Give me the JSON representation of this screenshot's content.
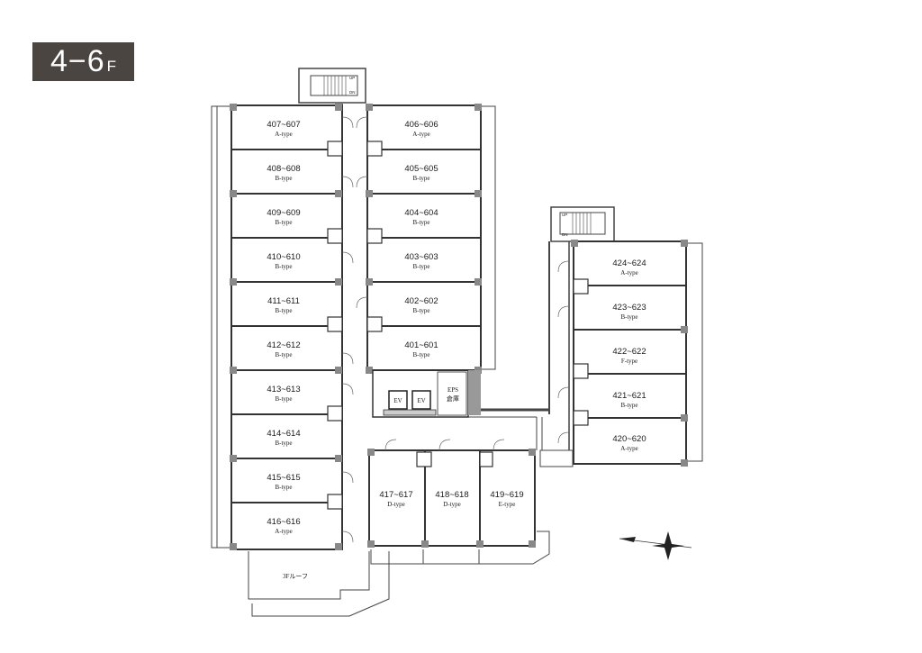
{
  "floor": {
    "main": "4−6",
    "suffix": "F"
  },
  "units": [
    {
      "no": "407~607",
      "type": "A-type"
    },
    {
      "no": "408~608",
      "type": "B-type"
    },
    {
      "no": "409~609",
      "type": "B-type"
    },
    {
      "no": "410~610",
      "type": "B-type"
    },
    {
      "no": "411~611",
      "type": "B-type"
    },
    {
      "no": "412~612",
      "type": "B-type"
    },
    {
      "no": "413~613",
      "type": "B-type"
    },
    {
      "no": "414~614",
      "type": "B-type"
    },
    {
      "no": "415~615",
      "type": "B-type"
    },
    {
      "no": "416~616",
      "type": "A-type"
    },
    {
      "no": "406~606",
      "type": "A-type"
    },
    {
      "no": "405~605",
      "type": "B-type"
    },
    {
      "no": "404~604",
      "type": "B-type"
    },
    {
      "no": "403~603",
      "type": "B-type"
    },
    {
      "no": "402~602",
      "type": "B-type"
    },
    {
      "no": "401~601",
      "type": "B-type"
    },
    {
      "no": "417~617",
      "type": "D-type"
    },
    {
      "no": "418~618",
      "type": "D-type"
    },
    {
      "no": "419~619",
      "type": "E-type"
    },
    {
      "no": "424~624",
      "type": "A-type"
    },
    {
      "no": "423~623",
      "type": "B-type"
    },
    {
      "no": "422~622",
      "type": "F-type"
    },
    {
      "no": "421~621",
      "type": "B-type"
    },
    {
      "no": "420~620",
      "type": "A-type"
    }
  ],
  "elevator": {
    "ev1": "EV",
    "ev2": "EV"
  },
  "eps": {
    "line1": "EPS",
    "line2": "倉庫"
  },
  "roof": "3Fルーフ",
  "stairs": {
    "up": "UP",
    "dn": "DN"
  }
}
